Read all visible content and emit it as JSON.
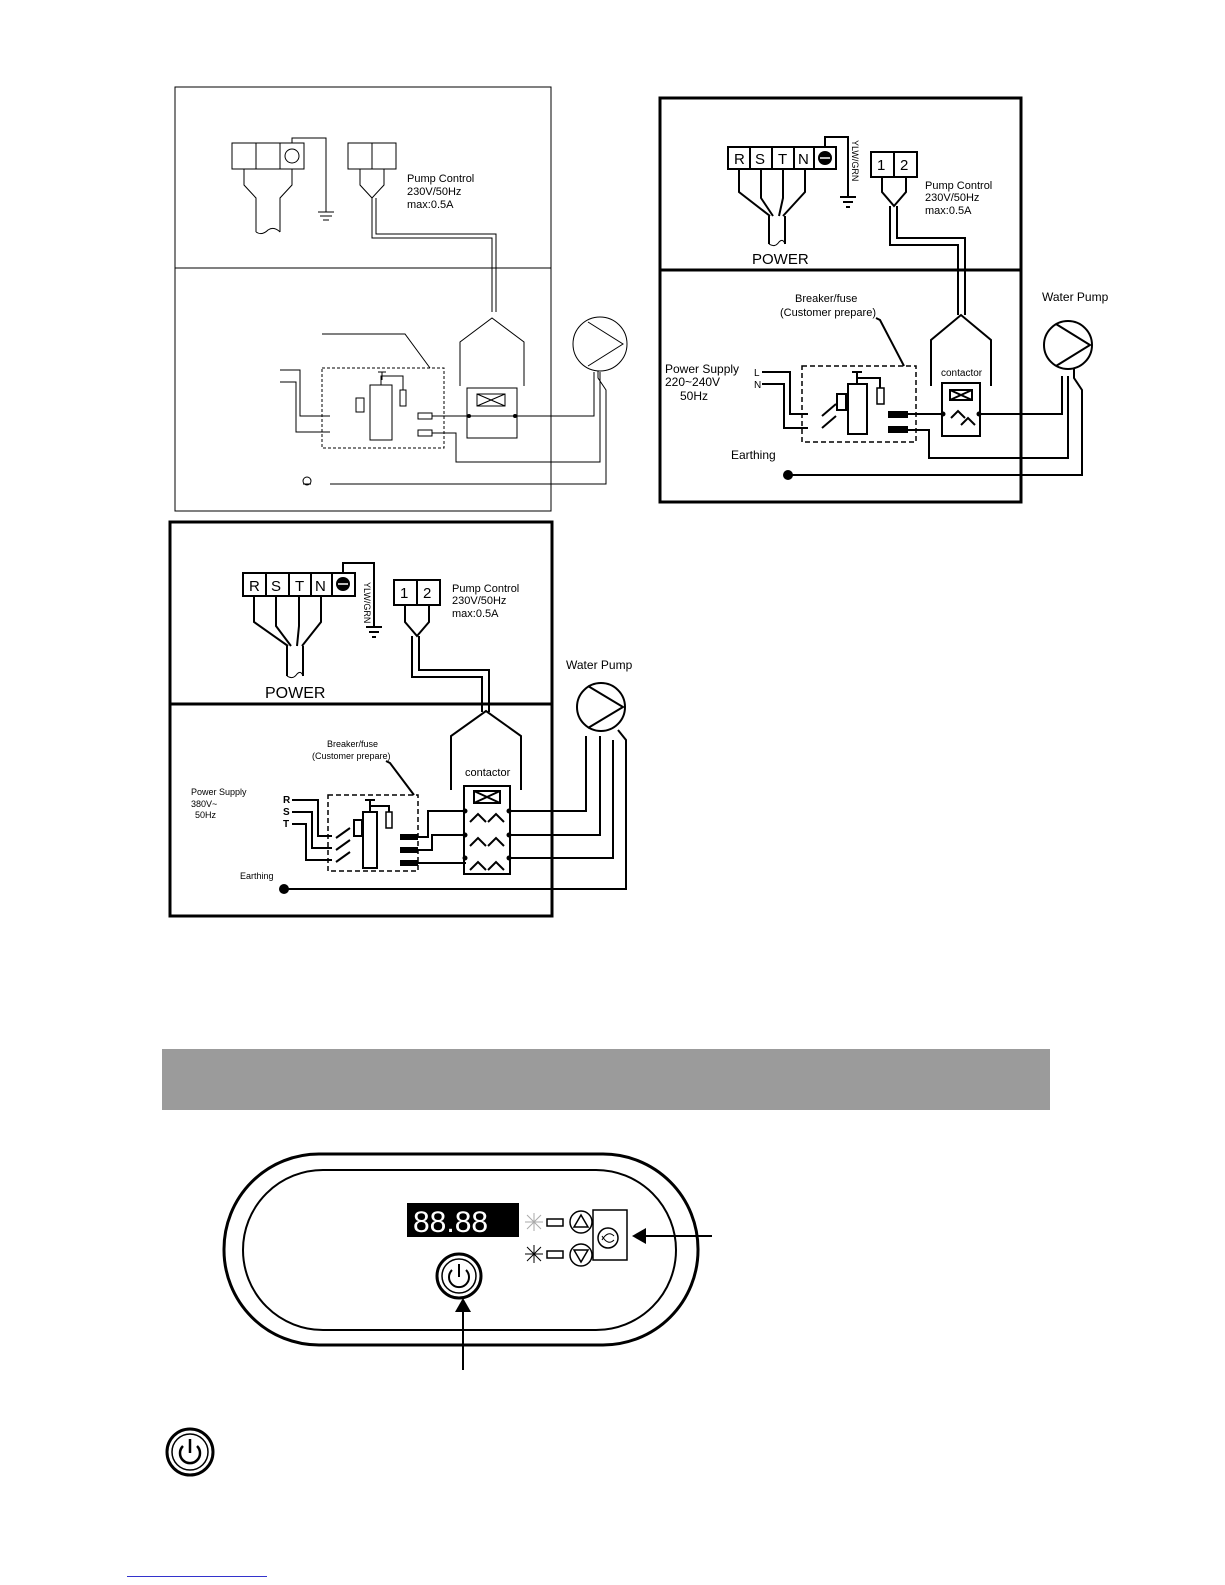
{
  "diagram1": {
    "pump_control": [
      "Pump Control",
      "230V/50Hz",
      "max:0.5A"
    ]
  },
  "diagram2": {
    "terminals": [
      "R",
      "S",
      "T",
      "N"
    ],
    "ground_label": "YLW/GRN",
    "pump_terminals": [
      "1",
      "2"
    ],
    "pump_control": [
      "Pump  Control",
      "230V/50Hz",
      "max:0.5A"
    ],
    "power": "POWER",
    "breaker": [
      "Breaker/fuse",
      "(Customer prepare)"
    ],
    "power_supply": [
      "Power Supply",
      "220~240V",
      "50Hz"
    ],
    "inputs": [
      "L",
      "N"
    ],
    "contactor": "contactor",
    "water_pump": "Water Pump",
    "earthing": "Earthing"
  },
  "diagram3": {
    "terminals": [
      "R",
      "S",
      "T",
      "N"
    ],
    "ground_label": "YLW/GRN",
    "pump_terminals": [
      "1",
      "2"
    ],
    "pump_control": [
      "Pump  Control",
      "230V/50Hz",
      "max:0.5A"
    ],
    "power": "POWER",
    "breaker": [
      "Breaker/fuse",
      "(Customer prepare)"
    ],
    "power_supply": [
      "Power Supply",
      "380V~",
      "50Hz"
    ],
    "inputs": [
      "R",
      "S",
      "T"
    ],
    "contactor": "contactor",
    "water_pump": "Water Pump",
    "earthing": "Earthing"
  },
  "panel": {
    "display": "88.88"
  },
  "colors": {
    "banner": "#9b9b9b",
    "display_bg": "#000000",
    "display_text": "#ffffff"
  }
}
